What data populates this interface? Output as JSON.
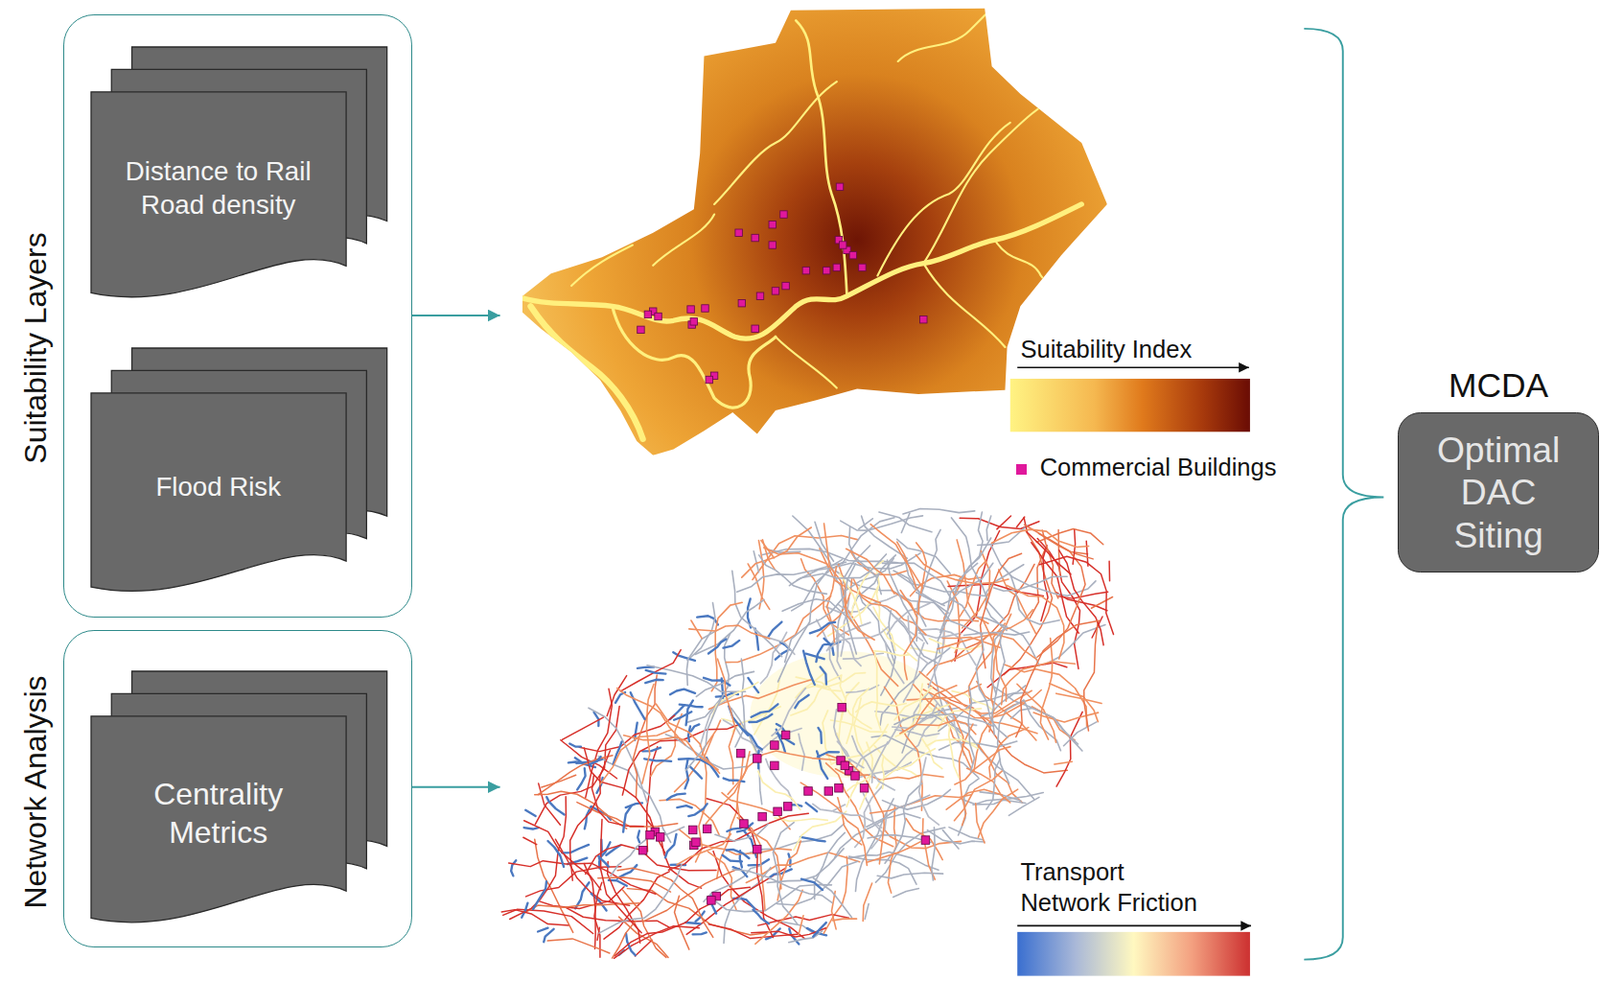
{
  "diagram": {
    "nodes": [
      {
        "text": [
          "Suitability Layers"
        ]
      },
      {
        "text": [
          "Distance to Rail Road density"
        ],
        "in": 0
      },
      {
        "text": [
          "Flood Risk"
        ],
        "in": 0
      },
      {
        "text": [
          "Network Analysis"
        ]
      },
      {
        "text": [
          "Centrality Metrics"
        ],
        "in": 3
      },
      {
        "text": [
          "MCDA",
          "Optimal DAC Siting"
        ]
      }
    ],
    "legend": [
      {
        "text": "Suitability Index"
      },
      {
        "text": "Commercial Buildings",
        "color": "#e0189c"
      },
      {
        "text": "Transport Network Friction"
      }
    ]
  }
}
